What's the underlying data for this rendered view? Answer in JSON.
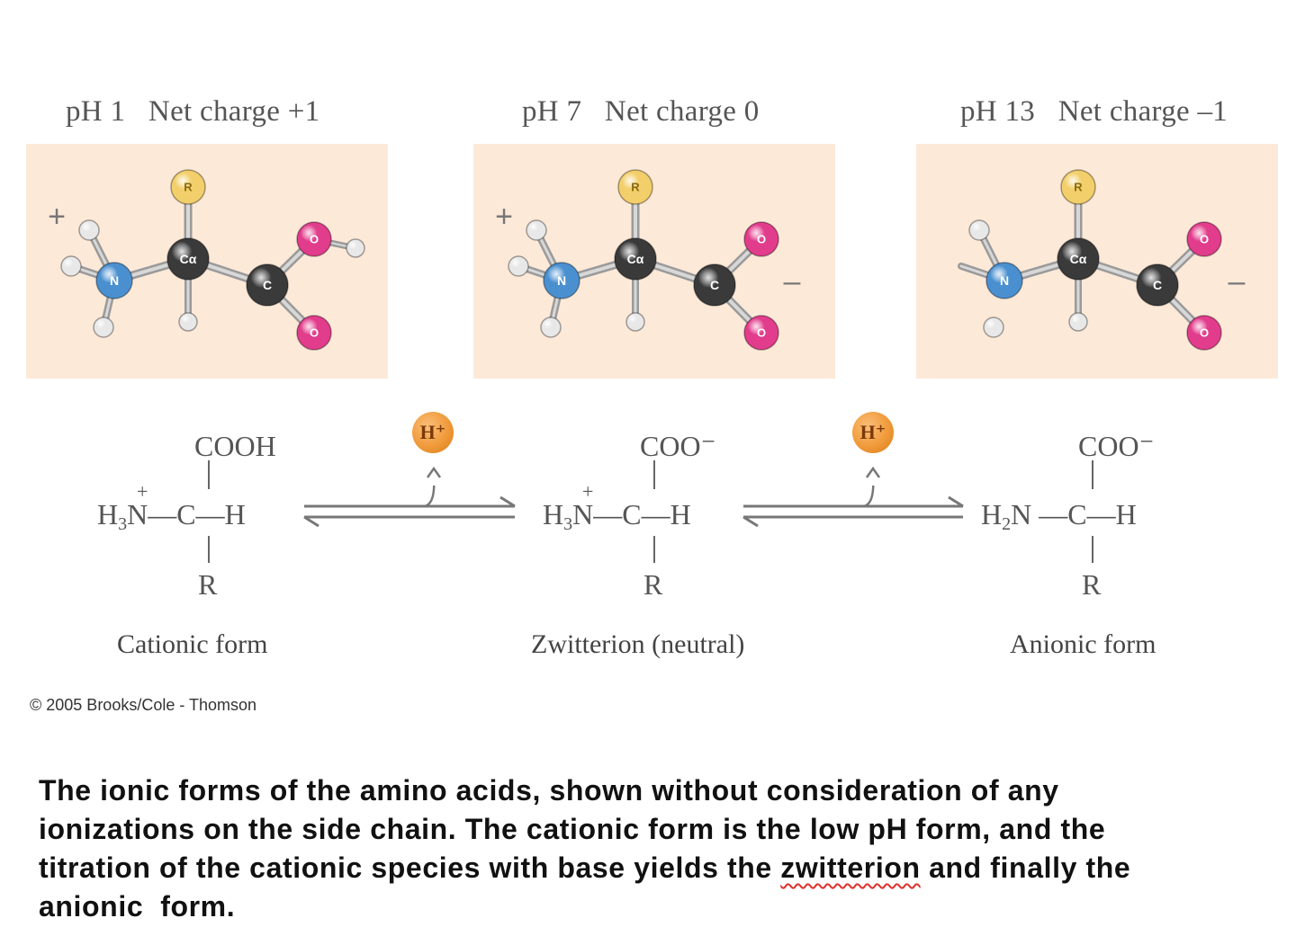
{
  "colors": {
    "panel_bg": "#fde9d8",
    "nitrogen": "#4a90d0",
    "carbon": "#3a3a3a",
    "oxygen": "#e23c8c",
    "r_group": "#f2cf6a",
    "hydrogen": "#e8e8e8",
    "proton": "#f09a3a"
  },
  "panels": [
    {
      "header": "pH 1   Net charge +1",
      "charge": "+",
      "charge_side": "left",
      "protonated_oxygen": true,
      "amine_h_count": 3
    },
    {
      "header": "pH 7   Net charge 0",
      "charge": "+",
      "charge_side": "left",
      "second_charge": "–",
      "protonated_oxygen": false,
      "amine_h_count": 3
    },
    {
      "header": "pH 13   Net charge –1",
      "charge": "–",
      "charge_side": "right",
      "protonated_oxygen": false,
      "amine_h_count": 2
    }
  ],
  "atoms": {
    "nitrogen": "N",
    "alpha_carbon": "Cα",
    "carbon": "C",
    "oxygen": "O",
    "r_group": "R"
  },
  "formulas": [
    {
      "top": "COOH",
      "amine_main": "H",
      "amine_sub": "3",
      "amine_end": "N",
      "amine_charge": "+",
      "center": "—C—H",
      "bottom": "R"
    },
    {
      "top": "COO⁻",
      "amine_main": "H",
      "amine_sub": "3",
      "amine_end": "N",
      "amine_charge": "+",
      "center": "—C—H",
      "bottom": "R"
    },
    {
      "top": "COO⁻",
      "amine_main": "H",
      "amine_sub": "2",
      "amine_end": "N",
      "amine_charge": "",
      "center": " —C—H",
      "bottom": "R"
    }
  ],
  "proton_label": "H⁺",
  "form_labels": [
    "Cationic form",
    "Zwitterion (neutral)",
    "Anionic form"
  ],
  "copyright": "© 2005 Brooks/Cole - Thomson",
  "caption": {
    "line1": "The ionic forms of the amino acids, shown without consideration of any",
    "line2": "ionizations on the side chain. The cationic form is the low pH form, and the",
    "line3_before": "titration of the cationic species with base yields the ",
    "line3_flagged": "zwitterion",
    "line3_after": " and finally the",
    "line4": "anionic  form."
  }
}
